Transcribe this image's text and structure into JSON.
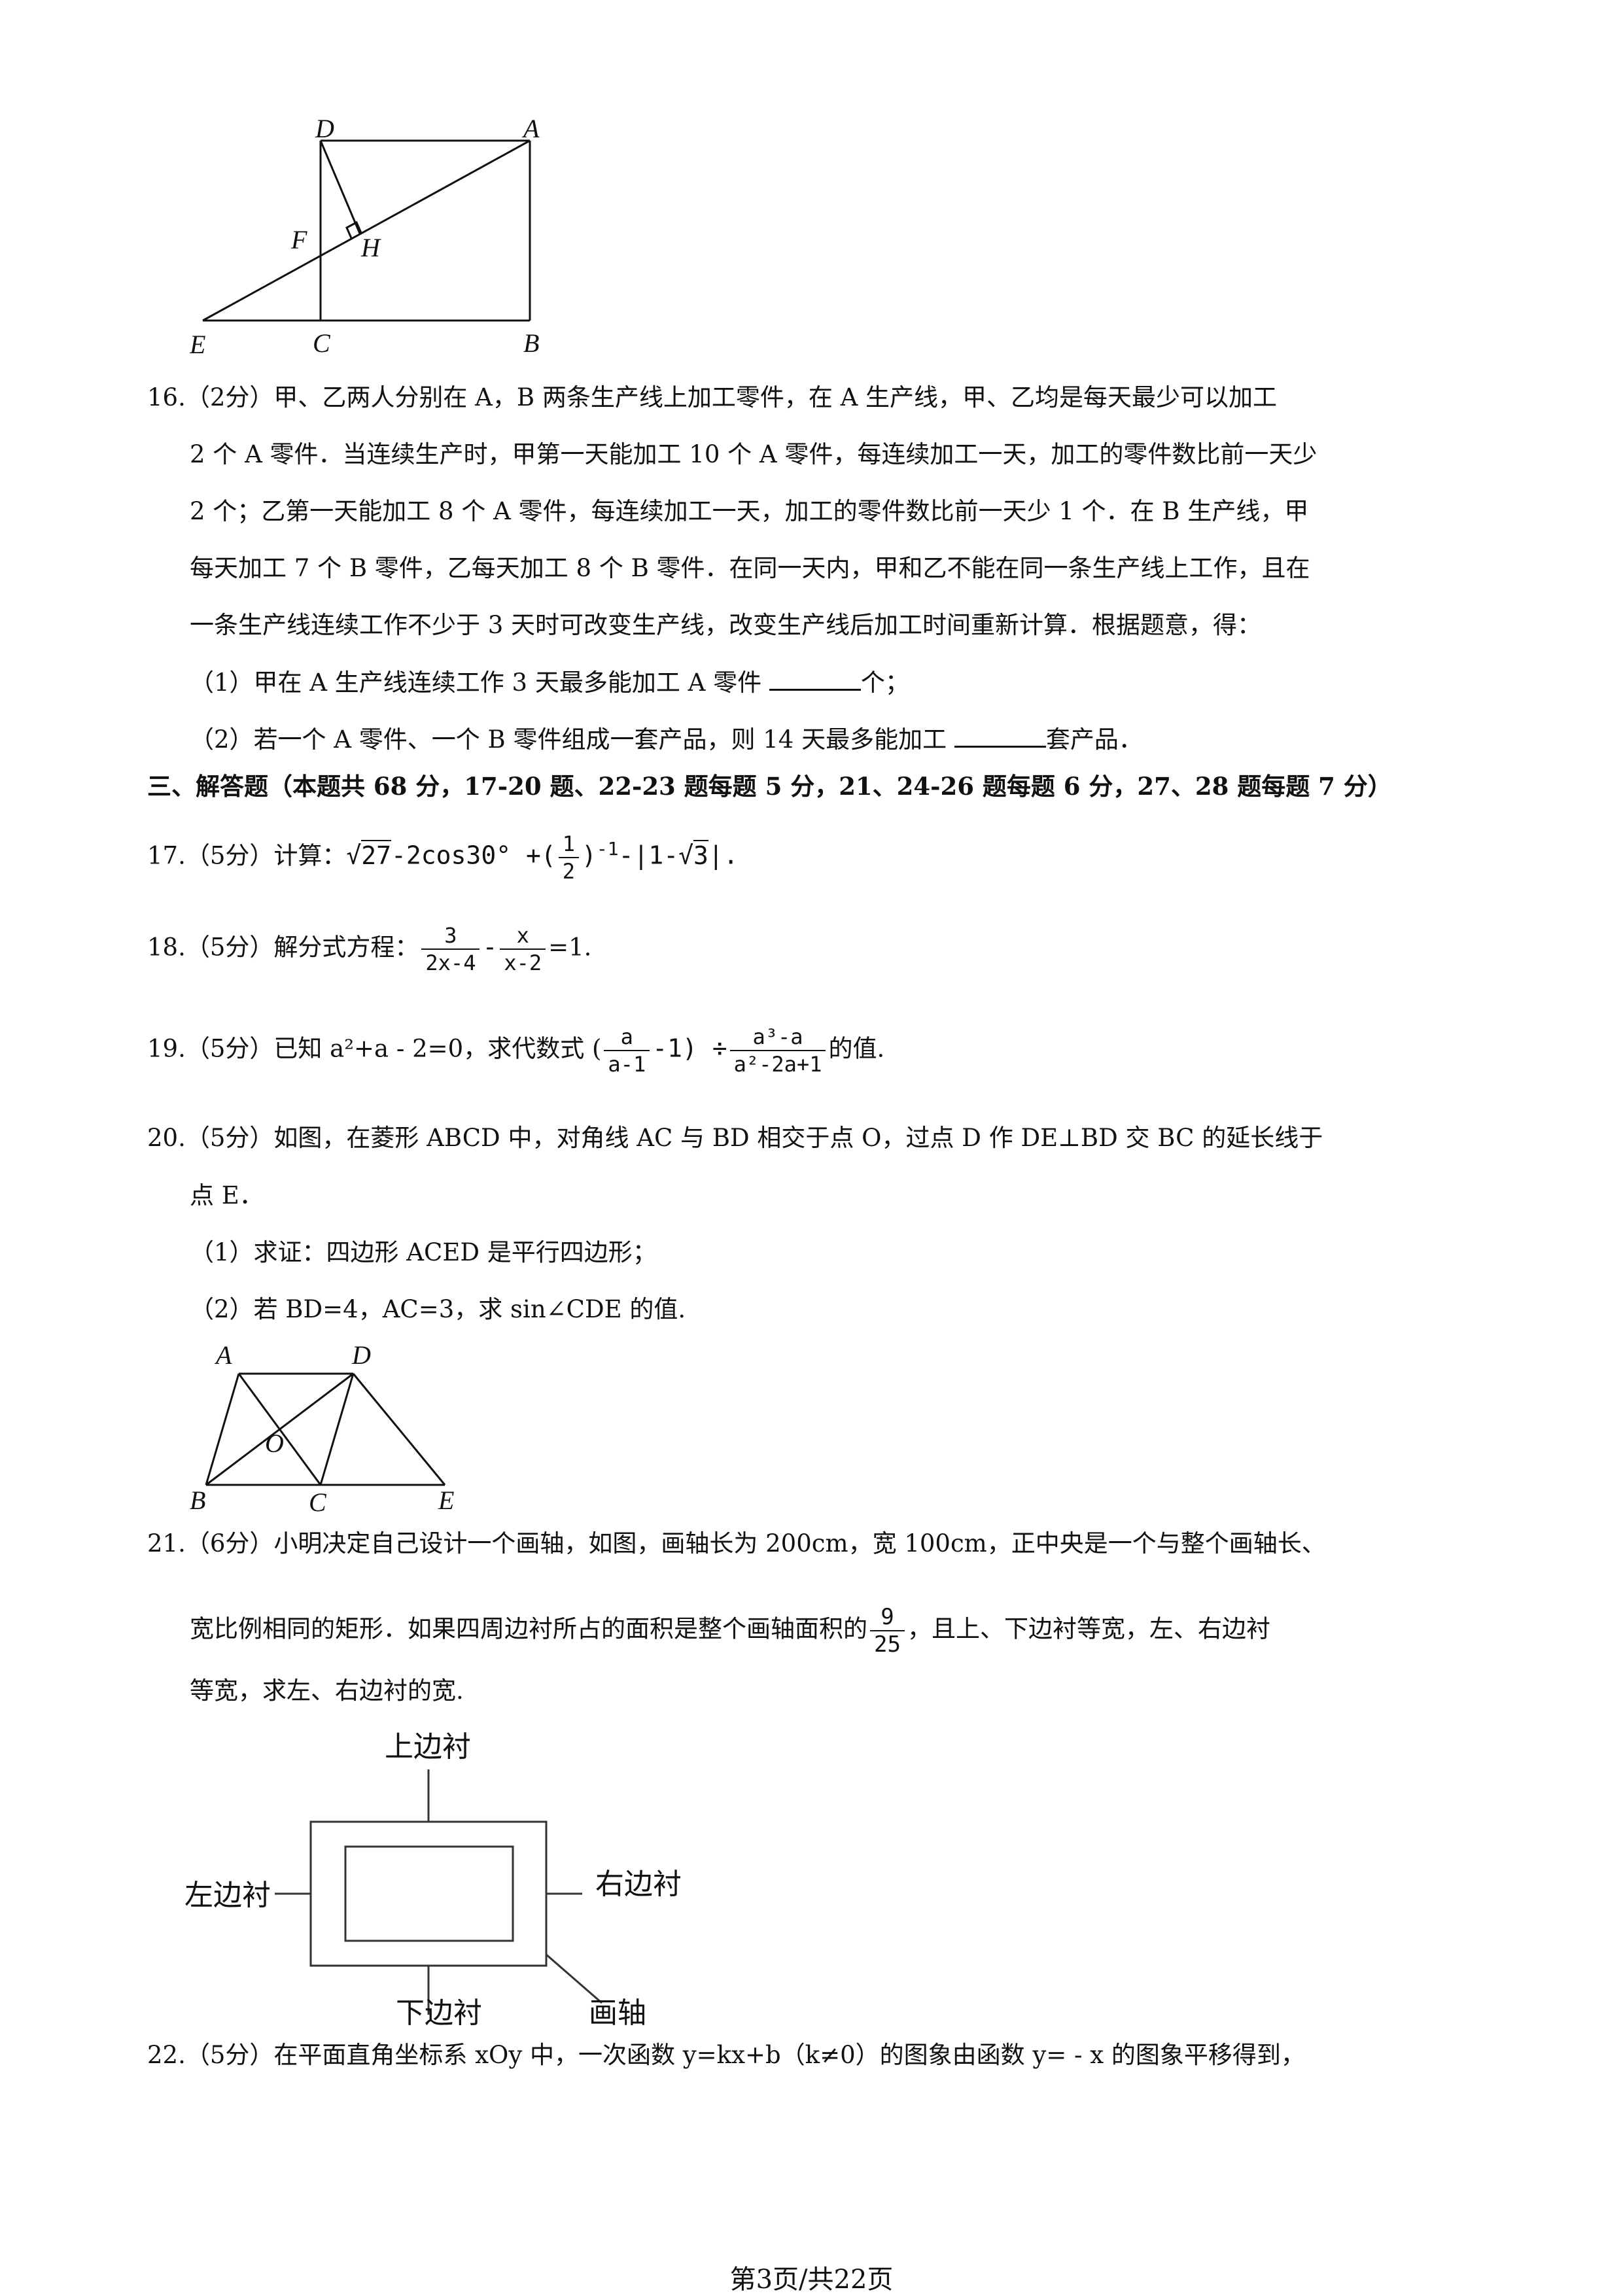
{
  "fig15": {
    "labels": {
      "D": "D",
      "A": "A",
      "F": "F",
      "H": "H",
      "E": "E",
      "C": "C",
      "B": "B"
    }
  },
  "q16": {
    "head": "16.（2分）甲、乙两人分别在",
    "line1": "16.（2分）甲、乙两人分别在 A，B 两条生产线上加工零件，在 A 生产线，甲、乙均是每天最少可以加工",
    "line2": "2 个 A 零件．当连续生产时，甲第一天能加工 10 个 A 零件，每连续加工一天，加工的零件数比前一天少",
    "line3": "2 个；乙第一天能加工 8 个 A 零件，每连续加工一天，加工的零件数比前一天少 1 个．在 B 生产线，甲",
    "line4": "每天加工 7 个 B 零件，乙每天加工 8 个 B 零件．在同一天内，甲和乙不能在同一条生产线上工作，且在",
    "line5": "一条生产线连续工作不少于 3 天时可改变生产线，改变生产线后加工时间重新计算．根据题意，得：",
    "sub1_a": "（1）甲在 A 生产线连续工作 3 天最多能加工 A 零件",
    "sub1_b": "个；",
    "sub2_a": "（2）若一个 A 零件、一个 B 零件组成一套产品，则 14 天最多能加工",
    "sub2_b": "套产品．"
  },
  "section3": "三、解答题（本题共 68 分，17-20 题、22-23 题每题 5 分，21、24-26 题每题 6 分，27、28 题每题 7 分）",
  "q17": {
    "prefix": "17.（5分）计算：",
    "radicand": "27",
    "mid": "-2cos30°  +(",
    "num": "1",
    "den": "2",
    "after": ")",
    "exp": "-1",
    "tail": "-|1-",
    "rad2": "3",
    "end": "|."
  },
  "q18": {
    "prefix": "18.（5分）解分式方程：",
    "n1": "3",
    "d1": "2x-4",
    "minus": "-",
    "n2": "x",
    "d2": "x-2",
    "end": "=1."
  },
  "q19": {
    "prefix": "19.（5分）已知 a²+a - 2=0，求代数式 (",
    "n1": "a",
    "d1": "a-1",
    "mid": "-1) ÷",
    "n2": "a³-a",
    "d2": "a²-2a+1",
    "end": "的值."
  },
  "q20": {
    "line1": "20.（5分）如图，在菱形 ABCD 中，对角线 AC 与 BD 相交于点 O，过点 D 作 DE⊥BD 交 BC 的延长线于",
    "line2": "点 E．",
    "sub1": "（1）求证：四边形 ACED 是平行四边形；",
    "sub2": "（2）若 BD=4，AC=3，求 sin∠CDE 的值."
  },
  "fig20": {
    "labels": {
      "A": "A",
      "D": "D",
      "O": "O",
      "B": "B",
      "C": "C",
      "E": "E"
    }
  },
  "q21": {
    "line1": "21.（6分）小明决定自己设计一个画轴，如图，画轴长为 200cm，宽 100cm，正中央是一个与整个画轴长、",
    "line2a": "宽比例相同的矩形．如果四周边衬所占的面积是整个画轴面积的",
    "num": "9",
    "den": "25",
    "line2b": "，且上、下边衬等宽，左、右边衬",
    "line3": "等宽，求左、右边衬的宽."
  },
  "fig21": {
    "top": "上边衬",
    "left": "左边衬",
    "right": "右边衬",
    "bottom": "下边衬",
    "scroll": "画轴"
  },
  "q22": {
    "line1": "22.（5分）在平面直角坐标系 xOy 中，一次函数 y=kx+b（k≠0）的图象由函数 y= - x 的图象平移得到，"
  },
  "footer": "第3页/共22页"
}
